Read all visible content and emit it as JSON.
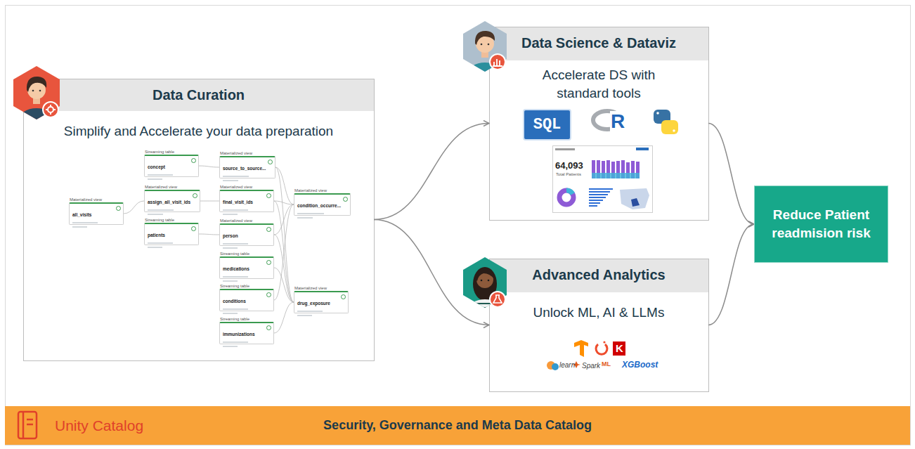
{
  "diagram": {
    "nodes": [
      {
        "text": [
          "Data Curation",
          "Simplify and Accelerate your data preparation"
        ]
      },
      {
        "text": [
          "Materialized view",
          "all_visits"
        ],
        "in": 0
      },
      {
        "text": [
          "Streaming table",
          "concept"
        ],
        "in": 0
      },
      {
        "text": [
          "Materialized view",
          "assign_all_visit_ids"
        ],
        "in": 0
      },
      {
        "text": [
          "Streaming table",
          "patients"
        ],
        "in": 0
      },
      {
        "text": [
          "Materialized view",
          "source_to_source..."
        ],
        "in": 0
      },
      {
        "text": [
          "Materialized view",
          "final_visit_ids"
        ],
        "in": 0
      },
      {
        "text": [
          "Materialized view",
          "person"
        ],
        "in": 0
      },
      {
        "text": [
          "Streaming table",
          "medications"
        ],
        "in": 0
      },
      {
        "text": [
          "Streaming table",
          "conditions"
        ],
        "in": 0
      },
      {
        "text": [
          "Streaming table",
          "immunizations"
        ],
        "in": 0
      },
      {
        "text": [
          "Materialized view",
          "condition_occurre..."
        ],
        "in": 0
      },
      {
        "text": [
          "Materialized view",
          "drug_exposure"
        ],
        "in": 0
      },
      {
        "text": [
          "Data Science & Dataviz",
          "Accelerate DS with standard tools"
        ]
      },
      {
        "text": [
          "SQL"
        ],
        "in": 13
      },
      {
        "text": [
          "64,093",
          "Total Patients"
        ],
        "in": 13
      },
      {
        "text": [
          "Advanced Analytics",
          "Unlock ML, AI & LLMs"
        ]
      },
      {
        "text": [
          "Reduce Patient readmision risk"
        ]
      },
      {
        "text": [
          "Unity Catalog",
          "Security, Governance and Meta Data Catalog"
        ]
      }
    ],
    "edges": [
      {
        "from": 1,
        "to": 3,
        "arrow": "none"
      },
      {
        "from": 2,
        "to": 5,
        "arrow": "none"
      },
      {
        "from": 3,
        "to": 6,
        "arrow": "none"
      },
      {
        "from": 4,
        "to": 7,
        "arrow": "none"
      },
      {
        "from": 5,
        "to": 11,
        "arrow": "none"
      },
      {
        "from": 6,
        "to": 11,
        "arrow": "none"
      },
      {
        "from": 7,
        "to": 11,
        "arrow": "none"
      },
      {
        "from": 9,
        "to": 11,
        "arrow": "none"
      },
      {
        "from": 5,
        "to": 12,
        "arrow": "none"
      },
      {
        "from": 6,
        "to": 12,
        "arrow": "none"
      },
      {
        "from": 7,
        "to": 12,
        "arrow": "none"
      },
      {
        "from": 8,
        "to": 12,
        "arrow": "none"
      },
      {
        "from": 10,
        "to": 12,
        "arrow": "none"
      },
      {
        "from": 0,
        "to": 13,
        "arrow": "to"
      },
      {
        "from": 0,
        "to": 16,
        "arrow": "to"
      },
      {
        "from": 13,
        "to": 17,
        "arrow": "to"
      },
      {
        "from": 16,
        "to": 17,
        "arrow": "to"
      }
    ],
    "labels": [
      "R",
      "K",
      "learn",
      "Spark",
      "ML",
      "XGBoost"
    ]
  }
}
